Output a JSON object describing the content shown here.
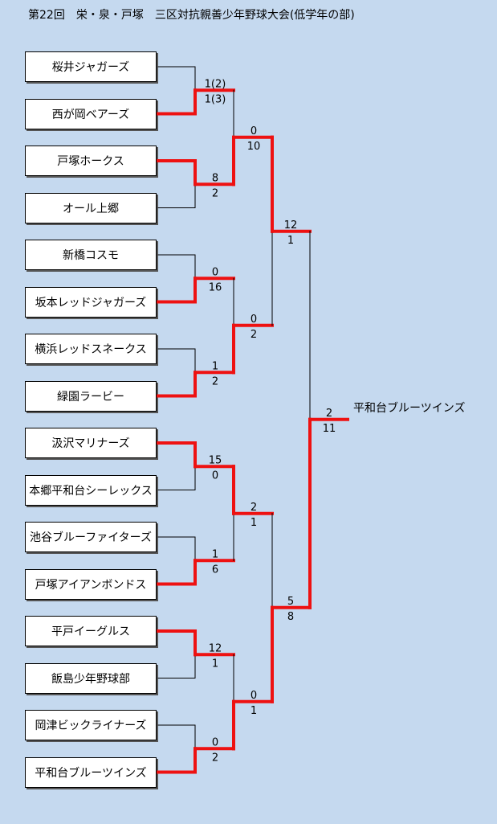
{
  "title": "第22回　栄・泉・戸塚　三区対抗親善少年野球大会(低学年の部)",
  "teams": [
    "桜井ジャガーズ",
    "西が岡ベアーズ",
    "戸塚ホークス",
    "オール上郷",
    "新橋コスモ",
    "坂本レッドジャガーズ",
    "横浜レッドスネークス",
    "緑園ラービー",
    "汲沢マリナーズ",
    "本郷平和台シーレックス",
    "池谷ブルーファイターズ",
    "戸塚アイアンボンドス",
    "平戸イーグルス",
    "飯島少年野球部",
    "岡津ビックライナーズ",
    "平和台ブルーツインズ"
  ],
  "champion": "平和台ブルーツインズ",
  "colors": {
    "win": "#ee1111",
    "line": "#000000",
    "background": "#c5d9ef"
  },
  "matches": {
    "r1": [
      {
        "top": "1(2)",
        "bottom": "1(3)",
        "winner": "bottom"
      },
      {
        "top": "8",
        "bottom": "2",
        "winner": "top"
      },
      {
        "top": "0",
        "bottom": "16",
        "winner": "bottom"
      },
      {
        "top": "1",
        "bottom": "2",
        "winner": "bottom"
      },
      {
        "top": "15",
        "bottom": "0",
        "winner": "top"
      },
      {
        "top": "1",
        "bottom": "6",
        "winner": "bottom"
      },
      {
        "top": "12",
        "bottom": "1",
        "winner": "top"
      },
      {
        "top": "0",
        "bottom": "2",
        "winner": "bottom"
      }
    ],
    "r2": [
      {
        "top": "0",
        "bottom": "10",
        "winner": "bottom"
      },
      {
        "top": "0",
        "bottom": "2",
        "winner": "bottom"
      },
      {
        "top": "2",
        "bottom": "1",
        "winner": "top"
      },
      {
        "top": "0",
        "bottom": "1",
        "winner": "bottom"
      }
    ],
    "r3": [
      {
        "top": "12",
        "bottom": "1",
        "winner": "top"
      },
      {
        "top": "5",
        "bottom": "8",
        "winner": "bottom"
      }
    ],
    "final": [
      {
        "top": "2",
        "bottom": "11",
        "winner": "bottom"
      }
    ]
  }
}
